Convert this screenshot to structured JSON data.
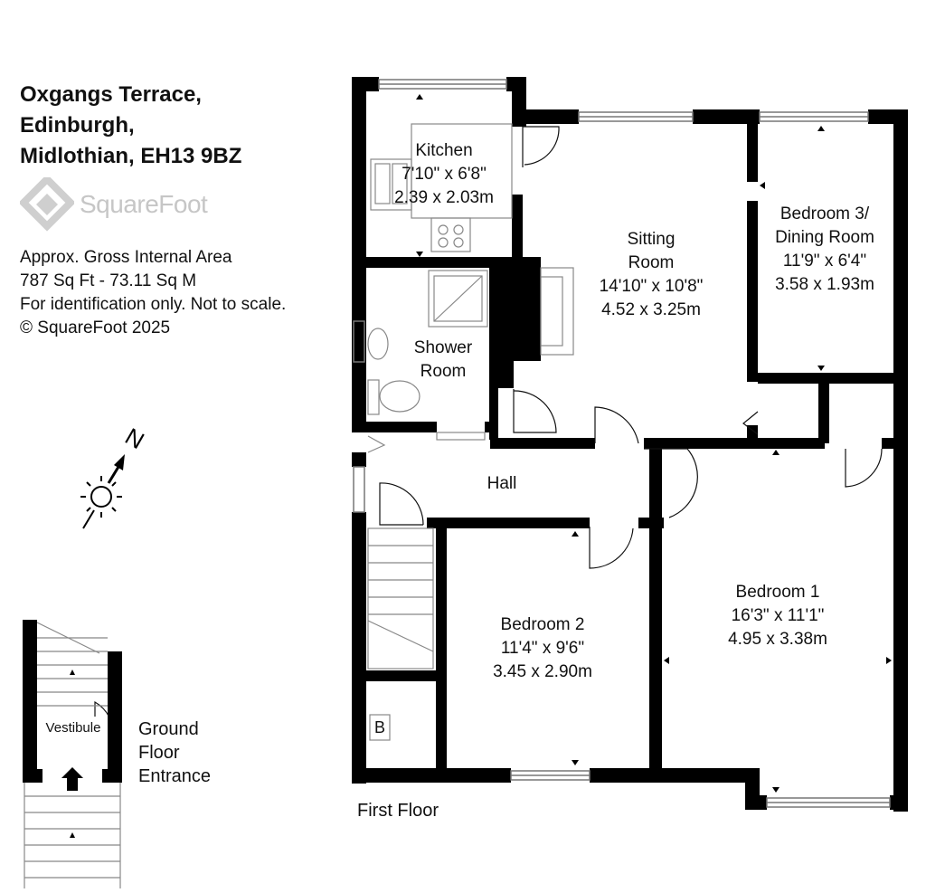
{
  "address": [
    "Oxgangs Terrace,",
    "Edinburgh,",
    "Midlothian, EH13 9BZ"
  ],
  "brand": {
    "name": "SquareFoot",
    "color": "#c6c6c6"
  },
  "info": [
    "Approx. Gross Internal Area",
    "787 Sq Ft  -  73.11 Sq M",
    "For identification only. Not to scale.",
    "© SquareFoot 2025"
  ],
  "compass": {
    "letter": "N",
    "icon": "north-arrow-sun-icon"
  },
  "rooms": {
    "kitchen": {
      "name": [
        "Kitchen"
      ],
      "imperial": "7'10\" x 6'8\"",
      "metric": "2.39 x 2.03m"
    },
    "sitting": {
      "name": [
        "Sitting",
        "Room"
      ],
      "imperial": "14'10\" x 10'8\"",
      "metric": "4.52 x 3.25m"
    },
    "bedroom3": {
      "name": [
        "Bedroom 3/",
        "Dining Room"
      ],
      "imperial": "11'9\" x 6'4\"",
      "metric": "3.58 x 1.93m"
    },
    "shower": {
      "name": [
        "Shower",
        "Room"
      ]
    },
    "hall": {
      "name": [
        "Hall"
      ]
    },
    "bedroom2": {
      "name": [
        "Bedroom 2"
      ],
      "imperial": "11'4\" x 9'6\"",
      "metric": "3.45 x 2.90m"
    },
    "bedroom1": {
      "name": [
        "Bedroom 1"
      ],
      "imperial": "16'3\" x 11'1\"",
      "metric": "4.95 x 3.38m"
    },
    "vestibule": {
      "name": [
        "Vestibule"
      ]
    },
    "boiler": {
      "name": [
        "B"
      ]
    }
  },
  "floors": {
    "first": "First Floor",
    "ground": [
      "Ground",
      "Floor",
      "Entrance"
    ]
  },
  "colors": {
    "wall": "#000000",
    "fixture": "#888888",
    "window": "#777777"
  }
}
